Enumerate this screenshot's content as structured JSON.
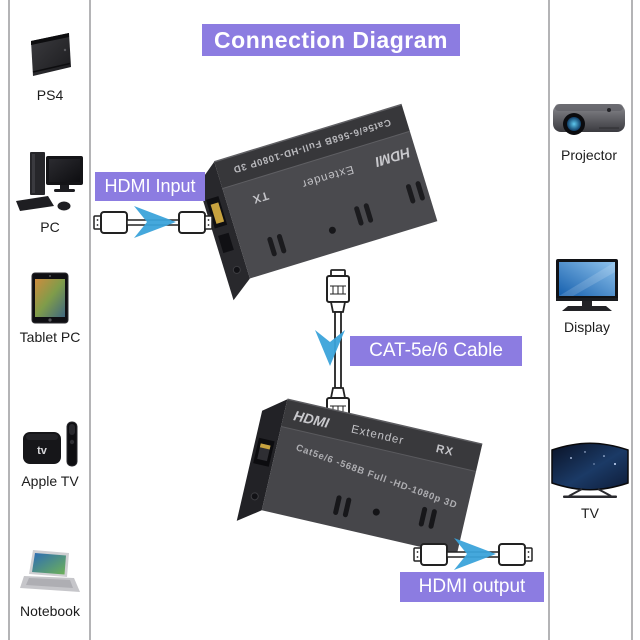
{
  "title": "Connection Diagram",
  "colors": {
    "accent_purple": "#8c7ce1",
    "arrow_blue": "#3ba3da",
    "box_dark": "#46464a"
  },
  "left_devices": [
    {
      "label": "PS4"
    },
    {
      "label": "PC"
    },
    {
      "label": "Tablet PC"
    },
    {
      "label": "Apple TV"
    },
    {
      "label": "Notebook"
    }
  ],
  "right_devices": [
    {
      "label": "Projector"
    },
    {
      "label": "Display"
    },
    {
      "label": "TV"
    }
  ],
  "flow_labels": {
    "input": "HDMI Input",
    "cable": "CAT-5e/6 Cable",
    "output": "HDMI output"
  },
  "tx_box": {
    "edge_text": "Cat5e/6-568B Full-HD-1080P 3D",
    "logo": "HDMI",
    "name": "Extender",
    "port": "TX"
  },
  "rx_box": {
    "logo": "HDMI",
    "name": "Extender",
    "port": "RX",
    "face_text": "Cat5e/6 -568B Full -HD-1080p 3D"
  },
  "icons": {
    "left": [
      "ps4-icon",
      "pc-icon",
      "tablet-icon",
      "apple-tv-icon",
      "notebook-icon"
    ],
    "right": [
      "projector-icon",
      "display-icon",
      "tv-icon"
    ],
    "flow": [
      "hdmi-cable-icon",
      "rj45-cable-icon",
      "arrow-right-icon",
      "arrow-down-icon"
    ]
  }
}
